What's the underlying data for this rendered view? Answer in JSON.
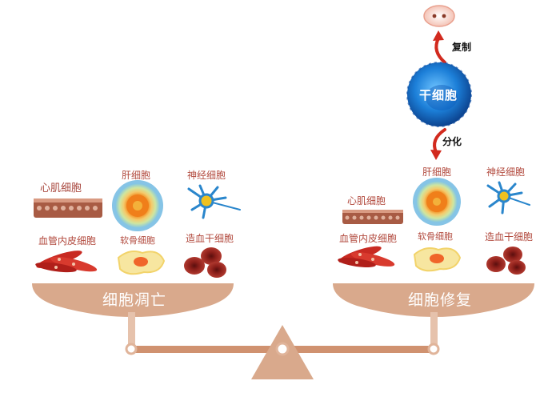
{
  "stem_cell": {
    "label": "干细胞",
    "replicate_label": "复制",
    "differentiate_label": "分化"
  },
  "left_pan": {
    "label": "细胞凋亡",
    "cells": {
      "cardiomyocyte": "心肌细胞",
      "hepatocyte": "肝细胞",
      "neuron": "神经细胞",
      "endothelial": "血管内皮细胞",
      "chondrocyte": "软骨细胞",
      "hematopoietic": "造血干细胞"
    }
  },
  "right_pan": {
    "label": "细胞修复",
    "cells": {
      "cardiomyocyte": "心肌细胞",
      "hepatocyte": "肝细胞",
      "neuron": "神经细胞",
      "endothelial": "血管内皮细胞",
      "chondrocyte": "软骨细胞",
      "hematopoietic": "造血干细胞"
    }
  },
  "colors": {
    "scale": "#d9a98c",
    "scale_dark": "#c98f6e",
    "label_red": "#b24a3e",
    "stem_blue": "#1e78d2",
    "arrow_red": "#d22a1e"
  }
}
